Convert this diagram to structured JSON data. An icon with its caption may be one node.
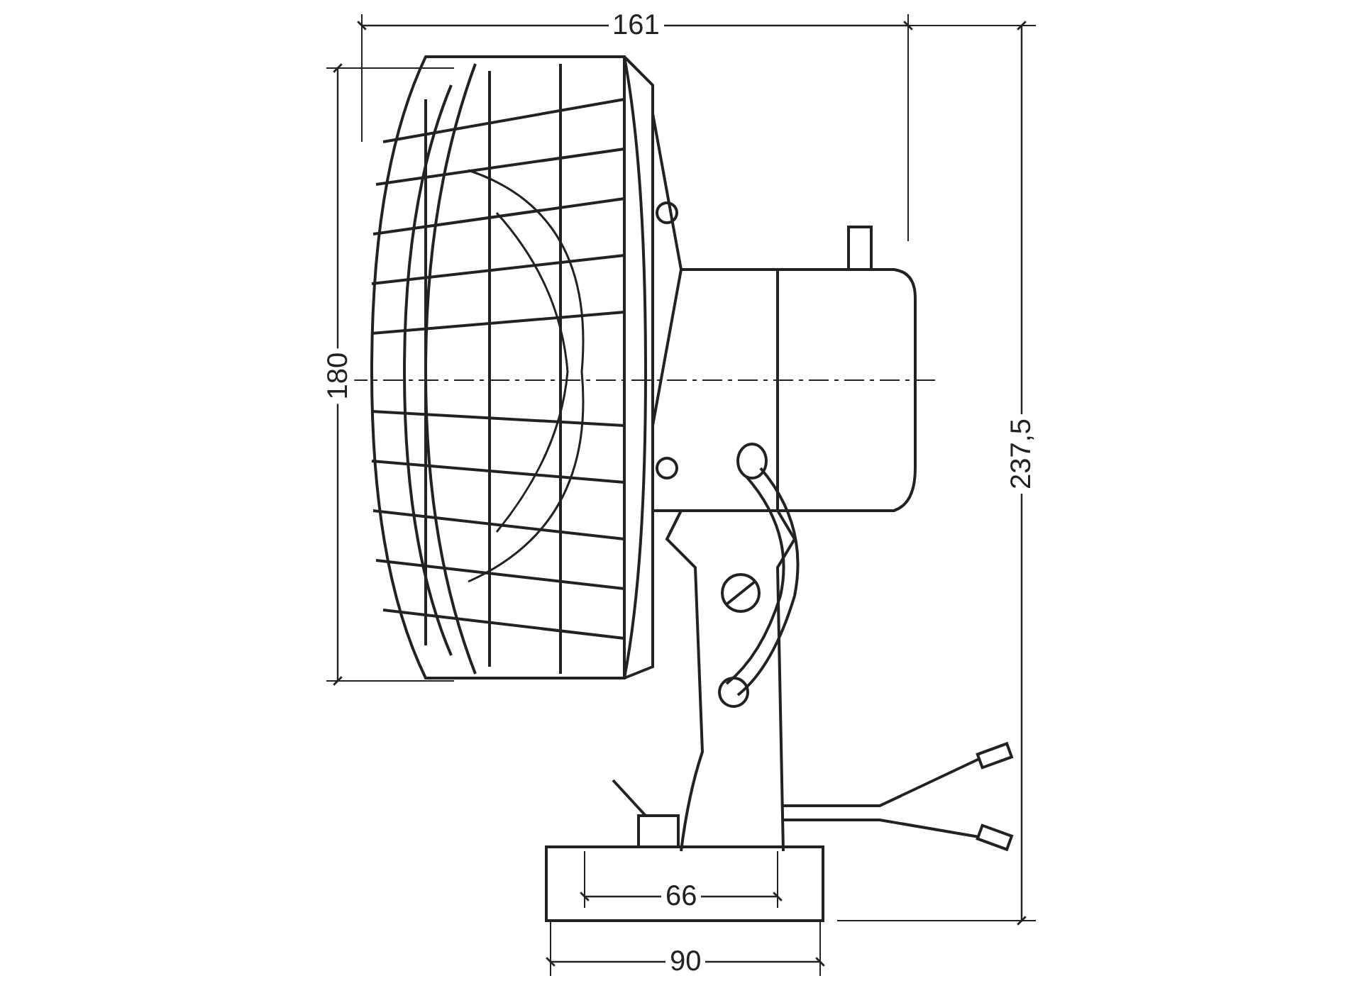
{
  "diagram": {
    "labels": [
      "161",
      "180",
      "237,5",
      "66",
      "90"
    ]
  }
}
